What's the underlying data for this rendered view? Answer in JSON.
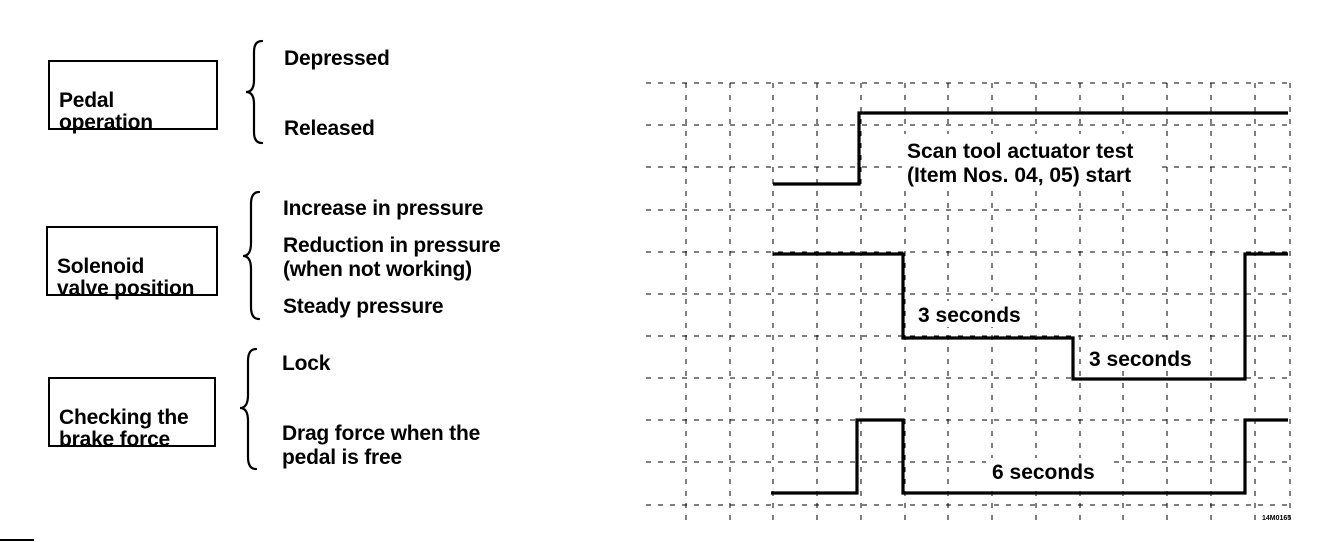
{
  "groups": [
    {
      "label": "Pedal\noperation",
      "options": [
        "Depressed",
        "Released"
      ]
    },
    {
      "label": "Solenoid\nvalve position",
      "options": [
        "Increase in pressure",
        "Reduction   in   pressure",
        "(when not working)",
        "Steady pressure"
      ]
    },
    {
      "label": "Checking  the\nbrake force",
      "options": [
        "Lock",
        "Drag   force   when   the",
        "pedal is free"
      ]
    }
  ],
  "annotations": {
    "actuator_line1": "Scan tool actuator test",
    "actuator_line2": "(Item Nos. 04, 05) start",
    "duration_a": "3 seconds",
    "duration_b": "3 seconds",
    "duration_c": "6 seconds"
  },
  "figure_code": "14M0165"
}
